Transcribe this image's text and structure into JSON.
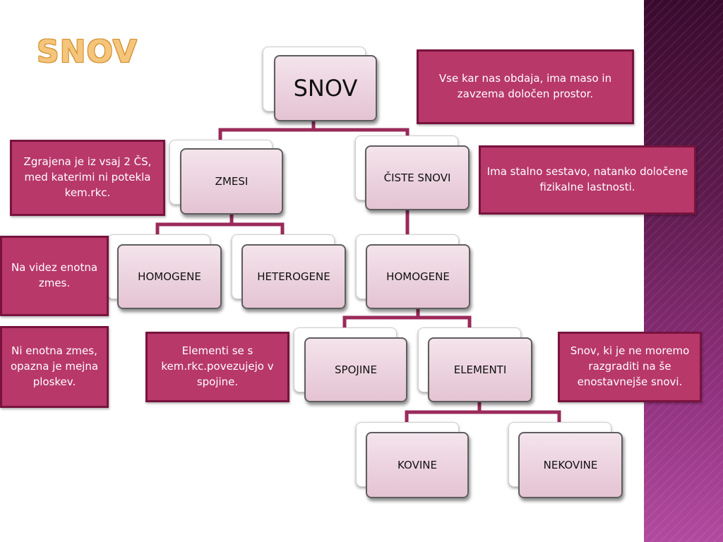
{
  "slide": {
    "title": "SNOV"
  },
  "nodes": {
    "snov": "SNOV",
    "zmesi": "ZMESI",
    "ciste_snovi": "ČISTE SNOVI",
    "homogene_zmesi": "HOMOGENE",
    "heterogene": "HETEROGENE",
    "homogene_ciste": "HOMOGENE",
    "spojine": "SPOJINE",
    "elementi": "ELEMENTI",
    "kovine": "KOVINE",
    "nekovine": "NEKOVINE"
  },
  "notes": {
    "snov": "Vse kar nas obdaja, ima maso in zavzema določen prostor.",
    "zmesi": "Zgrajena je iz vsaj 2 ČS, med katerimi ni potekla kem.rkc.",
    "ciste_snovi": "Ima stalno sestavo, natanko določene fizikalne lastnosti.",
    "homogene": "Na videz enotna zmes.",
    "heterogene": "Ni enotna zmes, opazna je mejna ploskev.",
    "spojine": "Elementi se s kem.rkc.povezujejo v spojine.",
    "elementi": "Snov, ki je ne moremo razgraditi na še enostavnejše snovi."
  },
  "colors": {
    "note_fill": "#b8386a",
    "note_border": "#78133e",
    "connector": "#9a2a5a",
    "node_fill": "#e4c3d2",
    "title": "#f4c57a"
  }
}
